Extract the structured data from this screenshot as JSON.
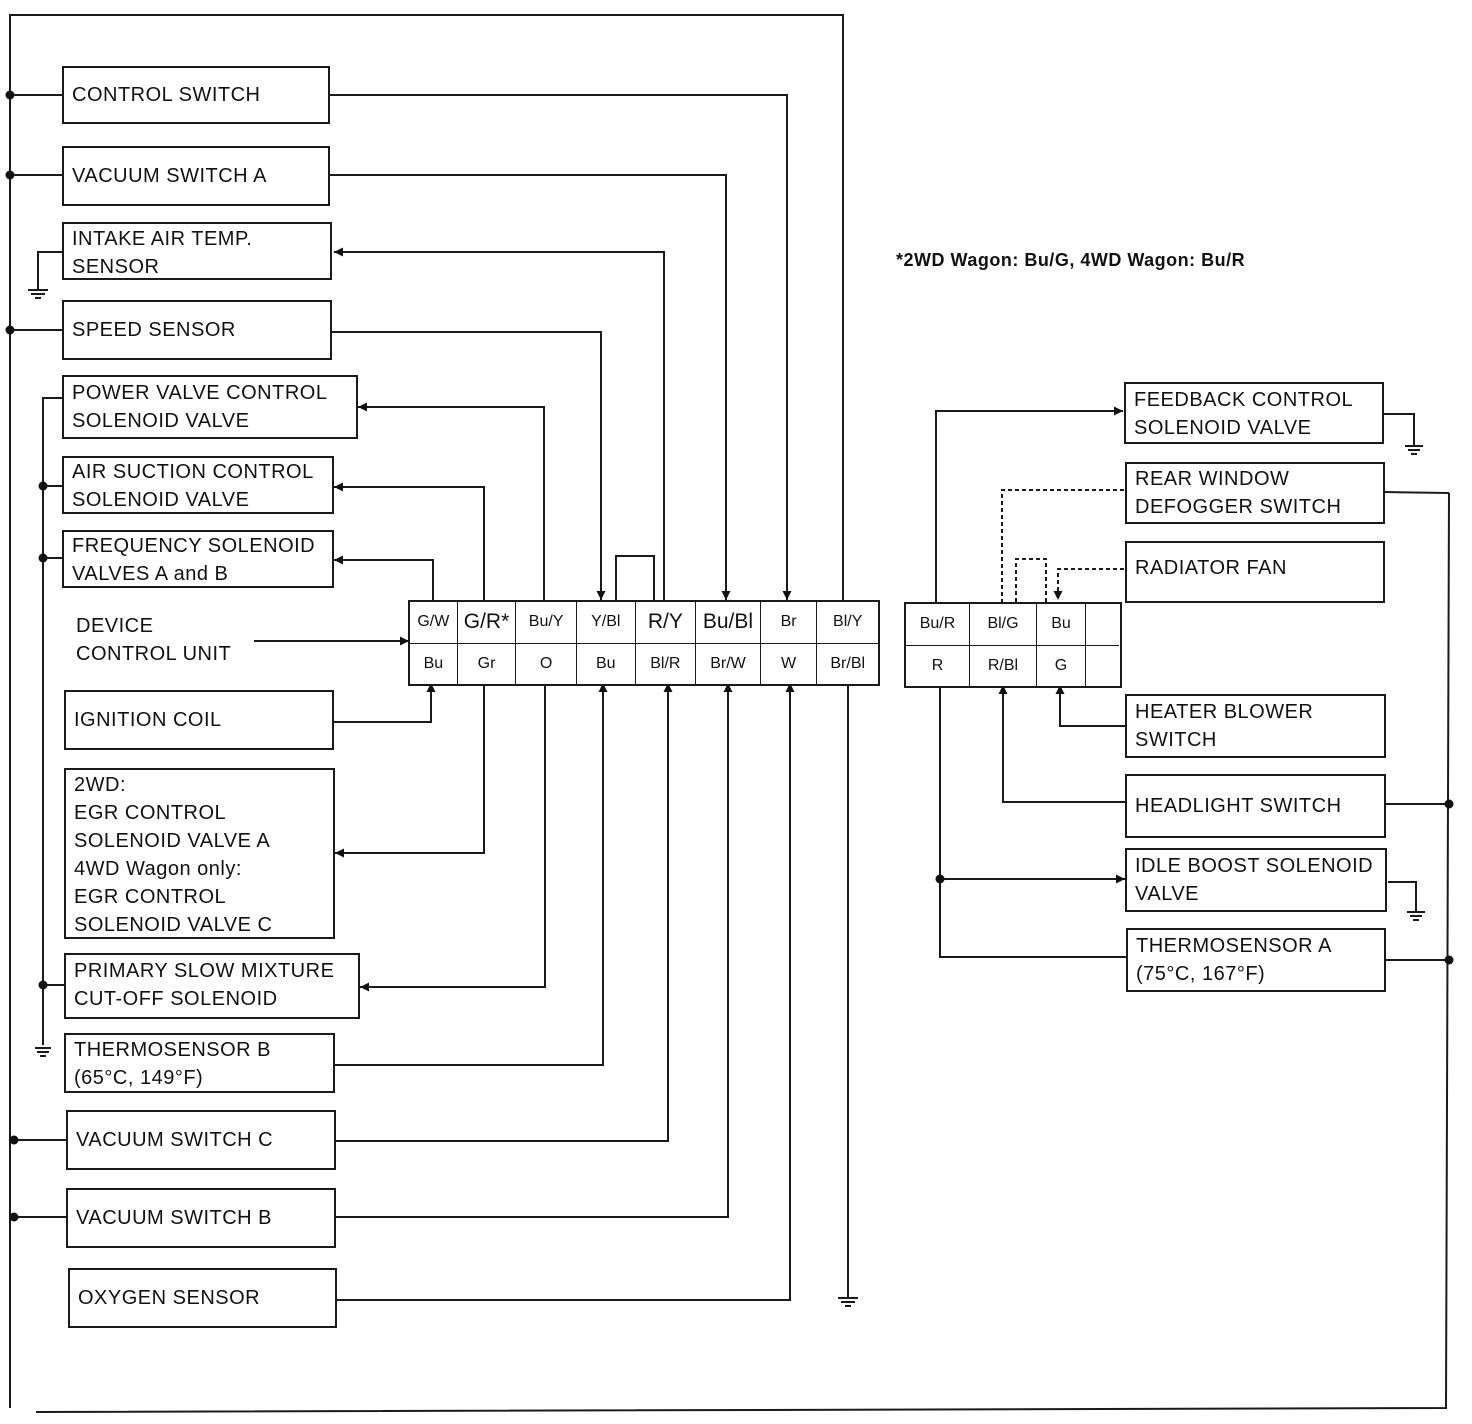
{
  "note": "*2WD Wagon: Bu/G, 4WD Wagon: Bu/R",
  "left_components": {
    "control_switch": "CONTROL SWITCH",
    "vacuum_switch_a": "VACUUM SWITCH A",
    "intake_air_temp_sensor": "INTAKE AIR TEMP.\nSENSOR",
    "speed_sensor": "SPEED SENSOR",
    "power_valve_control_solenoid": "POWER VALVE CONTROL\nSOLENOID VALVE",
    "air_suction_control_solenoid": "AIR SUCTION CONTROL\nSOLENOID VALVE",
    "frequency_solenoid_valves": "FREQUENCY SOLENOID\nVALVES A and B",
    "device_control_unit": "DEVICE\nCONTROL UNIT",
    "ignition_coil": "IGNITION COIL",
    "egr_control_solenoid": "2WD:\nEGR CONTROL\nSOLENOID VALVE A\n4WD Wagon only:\nEGR CONTROL\nSOLENOID VALVE C",
    "primary_slow_mixture": "PRIMARY SLOW MIXTURE\nCUT-OFF SOLENOID",
    "thermosensor_b": "THERMOSENSOR B\n(65°C, 149°F)",
    "vacuum_switch_c": "VACUUM SWITCH C",
    "vacuum_switch_b": "VACUUM SWITCH B",
    "oxygen_sensor": "OXYGEN SENSOR"
  },
  "right_components": {
    "feedback_control_solenoid": "FEEDBACK CONTROL\nSOLENOID VALVE",
    "rear_window_defogger_switch": "REAR WINDOW\nDEFOGGER SWITCH",
    "radiator_fan": "RADIATOR FAN",
    "heater_blower_switch": "HEATER BLOWER\nSWITCH",
    "headlight_switch": "HEADLIGHT SWITCH",
    "idle_boost_solenoid": "IDLE BOOST SOLENOID\nVALVE",
    "thermosensor_a": "THERMOSENSOR A\n(75°C, 167°F)"
  },
  "left_connector": [
    {
      "top": "G/W",
      "bottom": "Bu"
    },
    {
      "top": "G/R*",
      "bottom": "Gr"
    },
    {
      "top": "Bu/Y",
      "bottom": "O"
    },
    {
      "top": "Y/Bl",
      "bottom": "Bu"
    },
    {
      "top": "R/Y",
      "bottom": "Bl/R"
    },
    {
      "top": "Bu/Bl",
      "bottom": "Br/W"
    },
    {
      "top": "Br",
      "bottom": "W"
    },
    {
      "top": "Bl/Y",
      "bottom": "Br/Bl"
    }
  ],
  "right_connector": [
    {
      "top": "Bu/R",
      "bottom": "R"
    },
    {
      "top": "Bl/G",
      "bottom": "R/Bl"
    },
    {
      "top": "Bu",
      "bottom": "G"
    },
    {
      "top": "",
      "bottom": ""
    }
  ]
}
